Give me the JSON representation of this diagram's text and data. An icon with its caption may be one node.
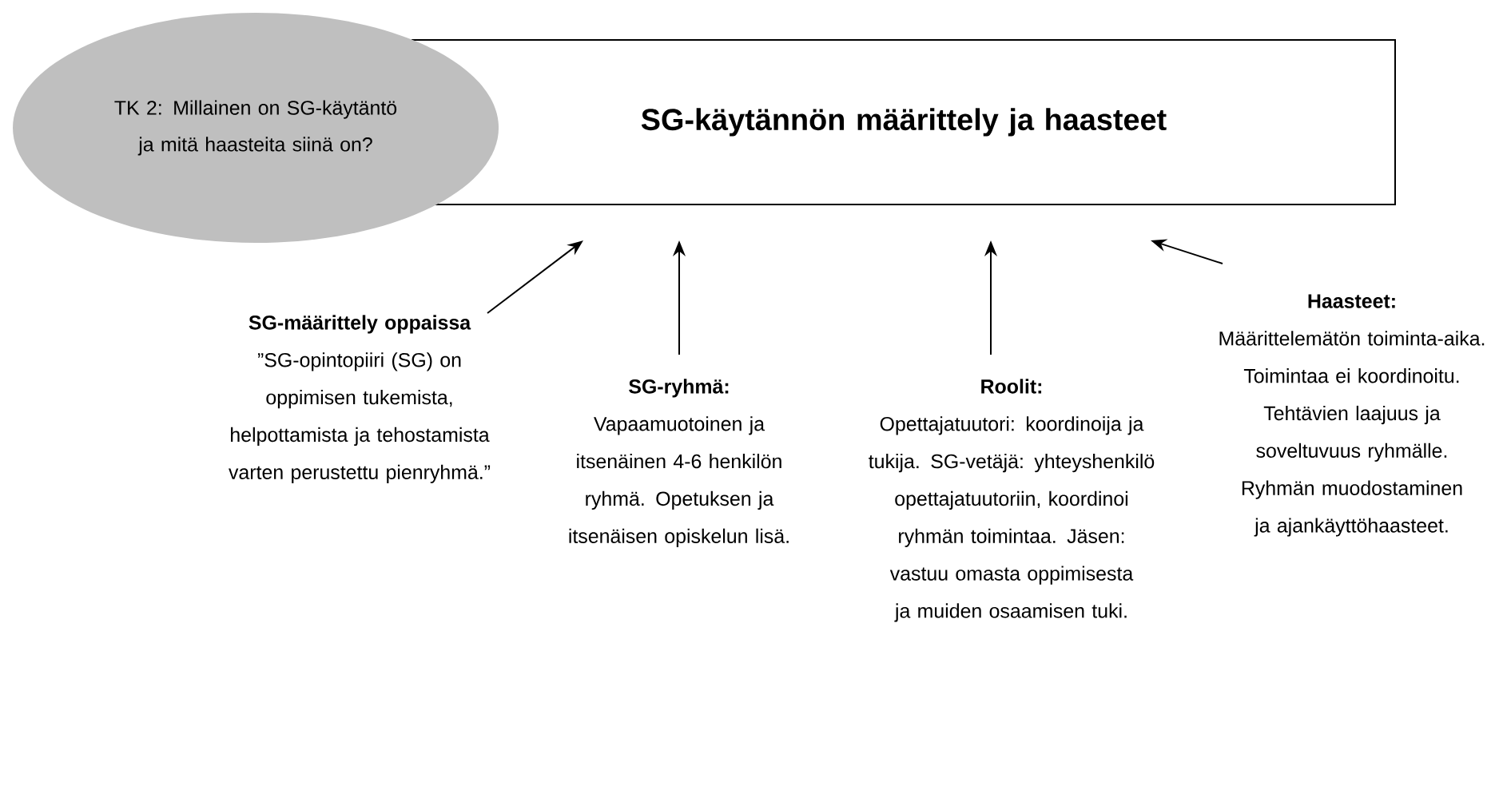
{
  "diagram": {
    "nodes": [
      {
        "text": [
          "SG-käytännön määrittely ja haasteet"
        ]
      },
      {
        "text": [
          "TK 2: Millainen on SG-käytäntö ja mitä haasteita siinä on?"
        ]
      },
      {
        "text": [
          "SG-määrittely oppaissa",
          "”SG-opintopiiri (SG) on oppimisen tukemista, helpottamista ja tehostamista varten perustettu pienryhmä.”"
        ]
      },
      {
        "text": [
          "SG-ryhmä:",
          "Vapaamuotoinen ja itsenäinen 4-6 henkilön ryhmä. Opetuksen ja itsenäisen opiskelun lisä."
        ]
      },
      {
        "text": [
          "Roolit:",
          "Opettajatuutori: koordinoija ja tukija. SG-vetäjä: yhteyshenkilö opettajatuutoriin, koordinoi ryhmän toimintaa. Jäsen: vastuu omasta oppimisesta ja muiden osaamisen tuki."
        ]
      },
      {
        "text": [
          "Haasteet:",
          "Määrittelemätön toiminta-aika. Toimintaa ei koordinoitu. Tehtävien laajuus ja soveltuvuus ryhmälle. Ryhmän muodostaminen ja ajankäyttöhaasteet."
        ]
      }
    ],
    "edges": [
      {
        "from": 2,
        "to": 0,
        "arrow": "to"
      },
      {
        "from": 3,
        "to": 0,
        "arrow": "to"
      },
      {
        "from": 4,
        "to": 0,
        "arrow": "to"
      },
      {
        "from": 5,
        "to": 0,
        "arrow": "to"
      }
    ]
  }
}
